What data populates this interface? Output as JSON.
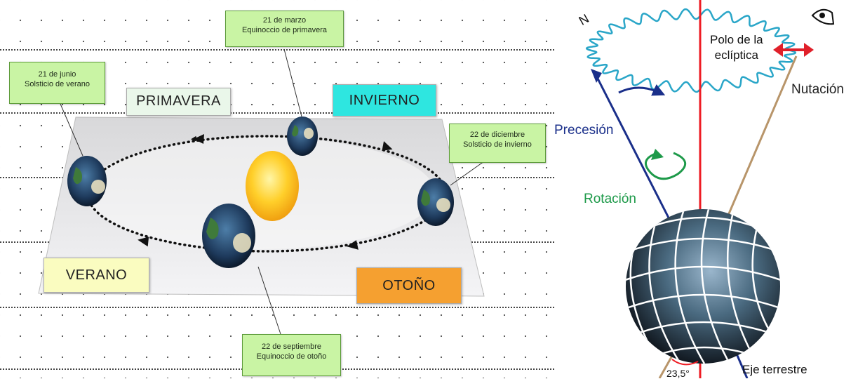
{
  "left_diagram": {
    "seasons": {
      "primavera": "PRIMAVERA",
      "invierno": "INVIERNO",
      "verano": "VERANO",
      "otono": "OTOÑO"
    },
    "events": {
      "march": {
        "date": "21 de marzo",
        "name": "Equinoccio de primavera"
      },
      "june": {
        "date": "21 de junio",
        "name": "Solsticio de verano"
      },
      "december": {
        "date": "22 de diciembre",
        "name": "Solsticio de invierno"
      },
      "september": {
        "date": "22 de septiembre",
        "name": "Equinoccio de otoño"
      }
    },
    "colors": {
      "label_bg": "#c9f4a4",
      "primavera_bg": "#eaf7ea",
      "invierno_bg": "#2ee6e0",
      "verano_bg": "#fafcc0",
      "otono_bg": "#f5a030"
    }
  },
  "right_diagram": {
    "north_label": "N",
    "ecliptic_pole_line1": "Polo de la",
    "ecliptic_pole_line2": "eclíptica",
    "nutation": "Nutación",
    "precession": "Precesión",
    "rotation": "Rotación",
    "axial_tilt": "23,5°",
    "earth_axis": "Eje terrestre",
    "icons": [
      "eye-icon",
      "double-arrow-icon",
      "rotation-arrow-icon"
    ],
    "colors": {
      "precession": "#1a2f8a",
      "rotation": "#1e9a4a",
      "ecliptic_axis": "#ee1c24",
      "nutation_arrow": "#e0202a",
      "wave": "#2aa6c8"
    }
  }
}
